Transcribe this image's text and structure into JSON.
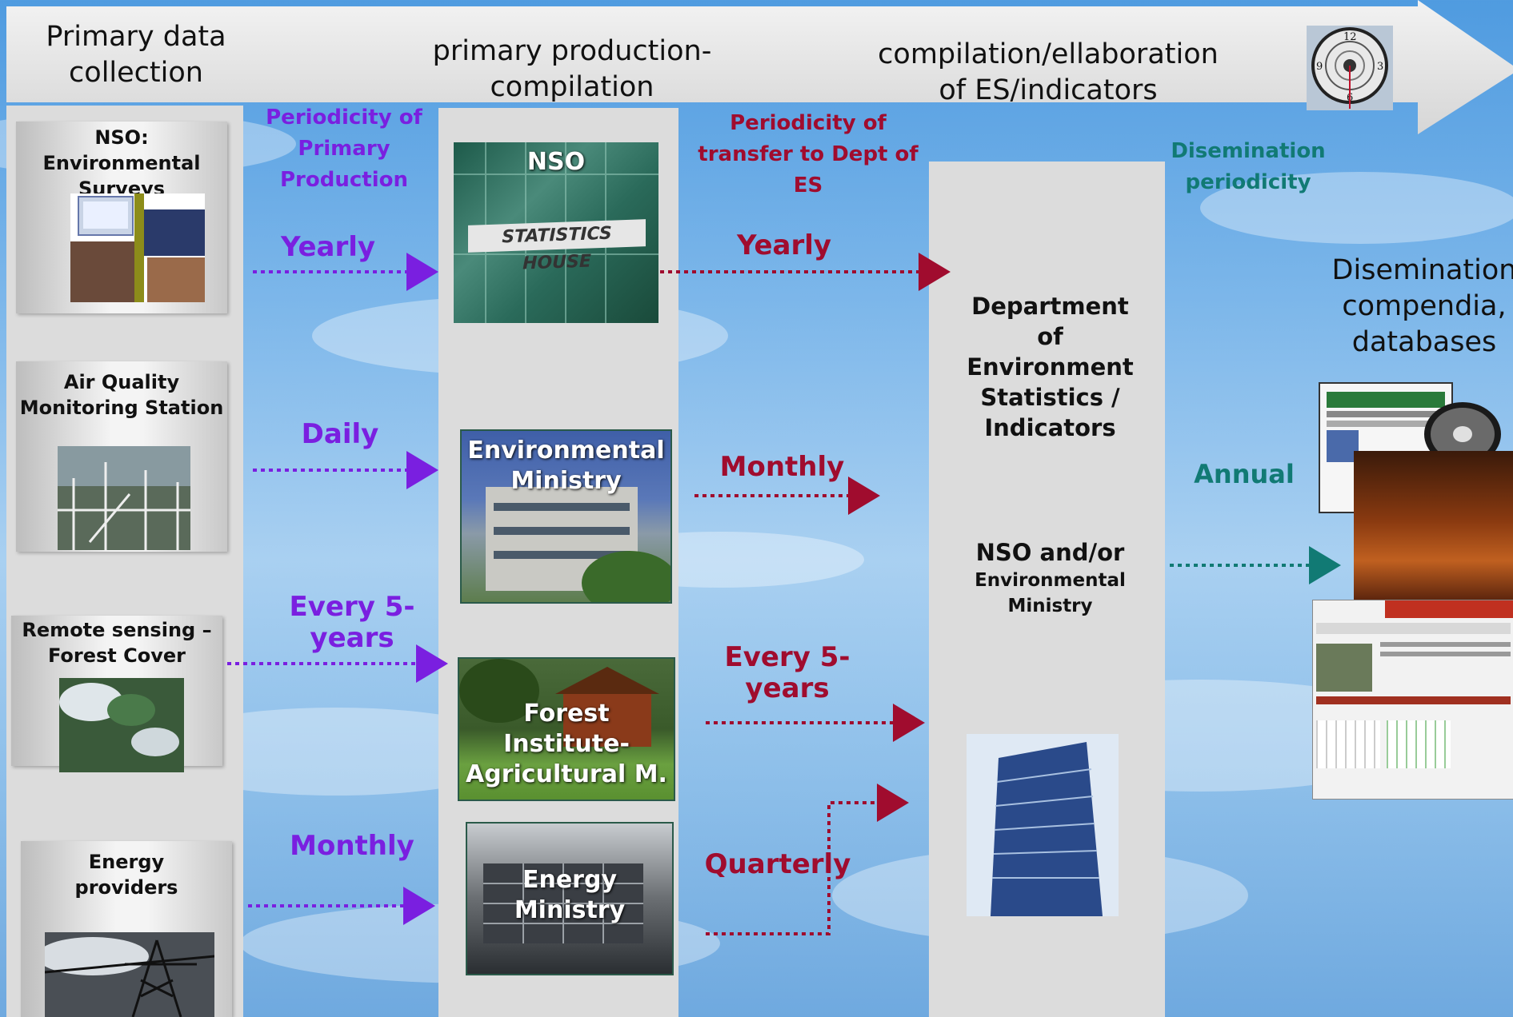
{
  "headers": {
    "col1": [
      "Primary data",
      "collection"
    ],
    "col2": [
      "primary production-",
      "compilation"
    ],
    "col3": [
      "compilation/ellaboration",
      "of ES/indicators"
    ],
    "col4": [
      "Disemination",
      "compendia,",
      "databases"
    ]
  },
  "periodicity": {
    "primary": [
      "Periodicity of",
      "Primary",
      "Production"
    ],
    "transfer": [
      "Periodicity of",
      "transfer to Dept of",
      "ES"
    ],
    "dissemination": [
      "Disemination",
      "periodicity"
    ]
  },
  "sources": [
    {
      "label": [
        "NSO: Environmental",
        "Surveys"
      ]
    },
    {
      "label": [
        "Air Quality",
        "Monitoring Station"
      ]
    },
    {
      "label": [
        "Remote sensing –",
        "Forest Cover"
      ]
    },
    {
      "label": [
        "Energy",
        "providers"
      ]
    }
  ],
  "primary_freq": [
    [
      "Yearly"
    ],
    [
      "Daily"
    ],
    [
      "Every 5-",
      "years"
    ],
    [
      "Monthly"
    ]
  ],
  "producers": [
    {
      "name": [
        "NSO"
      ],
      "sign": "STATISTICS HOUSE"
    },
    {
      "name": [
        "Environmental",
        "Ministry"
      ]
    },
    {
      "name": [
        "Forest Institute-",
        "Agricultural M."
      ]
    },
    {
      "name": [
        "Energy",
        "Ministry"
      ]
    }
  ],
  "transfer_freq": [
    [
      "Yearly"
    ],
    [
      "Monthly"
    ],
    [
      "Every 5-",
      "years"
    ],
    [
      "Quarterly"
    ]
  ],
  "department": {
    "title": [
      "Department",
      "of",
      "Environment",
      "Statistics /",
      "Indicators"
    ],
    "alt_main": "NSO and/or",
    "alt_sub": [
      "Environmental",
      "Ministry"
    ]
  },
  "dissemination_freq": "Annual",
  "colors": {
    "purple": "#7a1fe0",
    "red": "#a00c2e",
    "teal": "#117a74"
  }
}
